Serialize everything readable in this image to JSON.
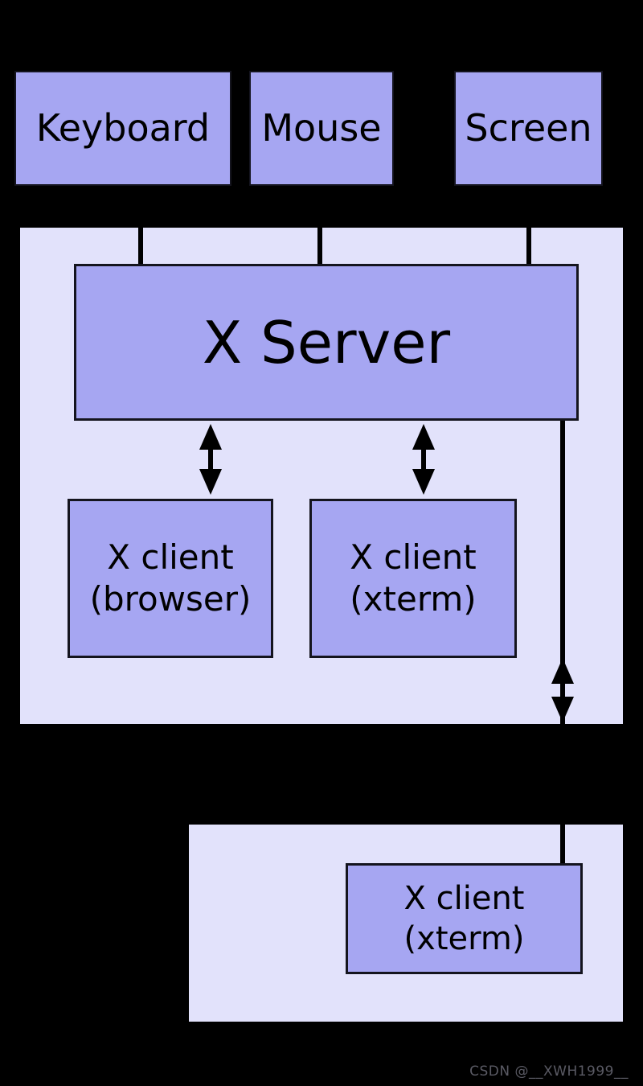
{
  "diagram": {
    "devices": [
      {
        "label": "Keyboard"
      },
      {
        "label": "Mouse"
      },
      {
        "label": "Screen"
      }
    ],
    "local_host": {
      "server_label": "X Server",
      "clients": [
        {
          "line1": "X client",
          "line2": "(browser)"
        },
        {
          "line1": "X client",
          "line2": "(xterm)"
        }
      ]
    },
    "remote_host": {
      "client": {
        "line1": "X client",
        "line2": "(xterm)"
      }
    },
    "watermark": "CSDN @__XWH1999__",
    "colors": {
      "background": "#000000",
      "box_fill": "#a6a6f2",
      "container_fill": "#e2e2fb",
      "border": "#14141e",
      "line": "#000000",
      "watermark_text": "#5a5a64"
    }
  }
}
